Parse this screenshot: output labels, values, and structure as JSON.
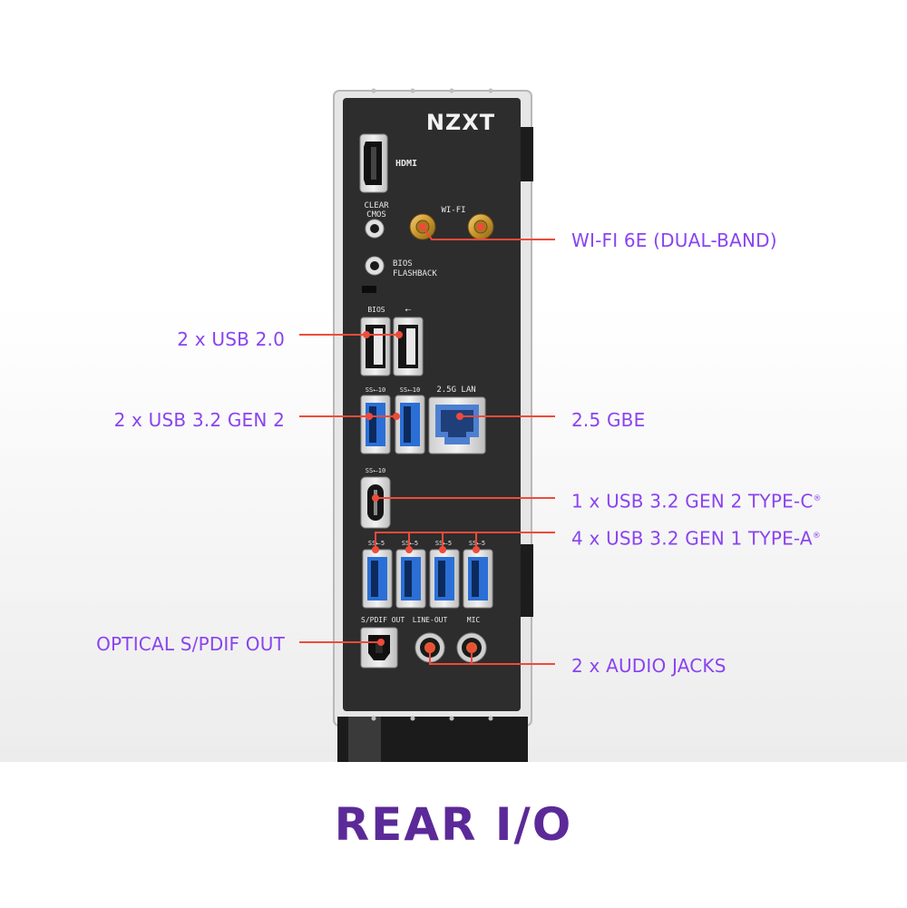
{
  "brand": "NZXT",
  "title": "REAR I/O",
  "port_labels": {
    "hdmi": "HDMI",
    "clear_cmos_1": "CLEAR",
    "clear_cmos_2": "CMOS",
    "wifi": "WI-FI",
    "bios_flashback_1": "BIOS",
    "bios_flashback_2": "FLASHBACK",
    "bios": "BIOS",
    "usb_symbol": "⭠",
    "lan": "2.5G LAN",
    "ss10_a": "SS⭠10",
    "ss10_b": "SS⭠10",
    "ss10_c": "SS⭠10",
    "ss5_a": "SS⭠5",
    "ss5_b": "SS⭠5",
    "ss5_c": "SS⭠5",
    "ss5_d": "SS⭠5",
    "spdif": "S/PDIF OUT",
    "lineout": "LINE-OUT",
    "mic": "MIC"
  },
  "callouts": {
    "wifi": "WI-FI 6E (DUAL-BAND)",
    "usb20": "2 x USB 2.0",
    "usb32g2": "2 x USB 3.2 GEN 2",
    "gbe": "2.5 GBE",
    "typec": "1 x USB 3.2 GEN 2 TYPE-C",
    "typea": "4 x USB 3.2 GEN 1 TYPE-A",
    "optical": "OPTICAL S/PDIF OUT",
    "audio": "2 x AUDIO JACKS"
  },
  "colors": {
    "callout_text": "#8a43f0",
    "title": "#5b2a98",
    "leader_line": "#ee4b3a",
    "panel": "#2d2d2d",
    "usb3_blue": "#2b6fd6"
  }
}
